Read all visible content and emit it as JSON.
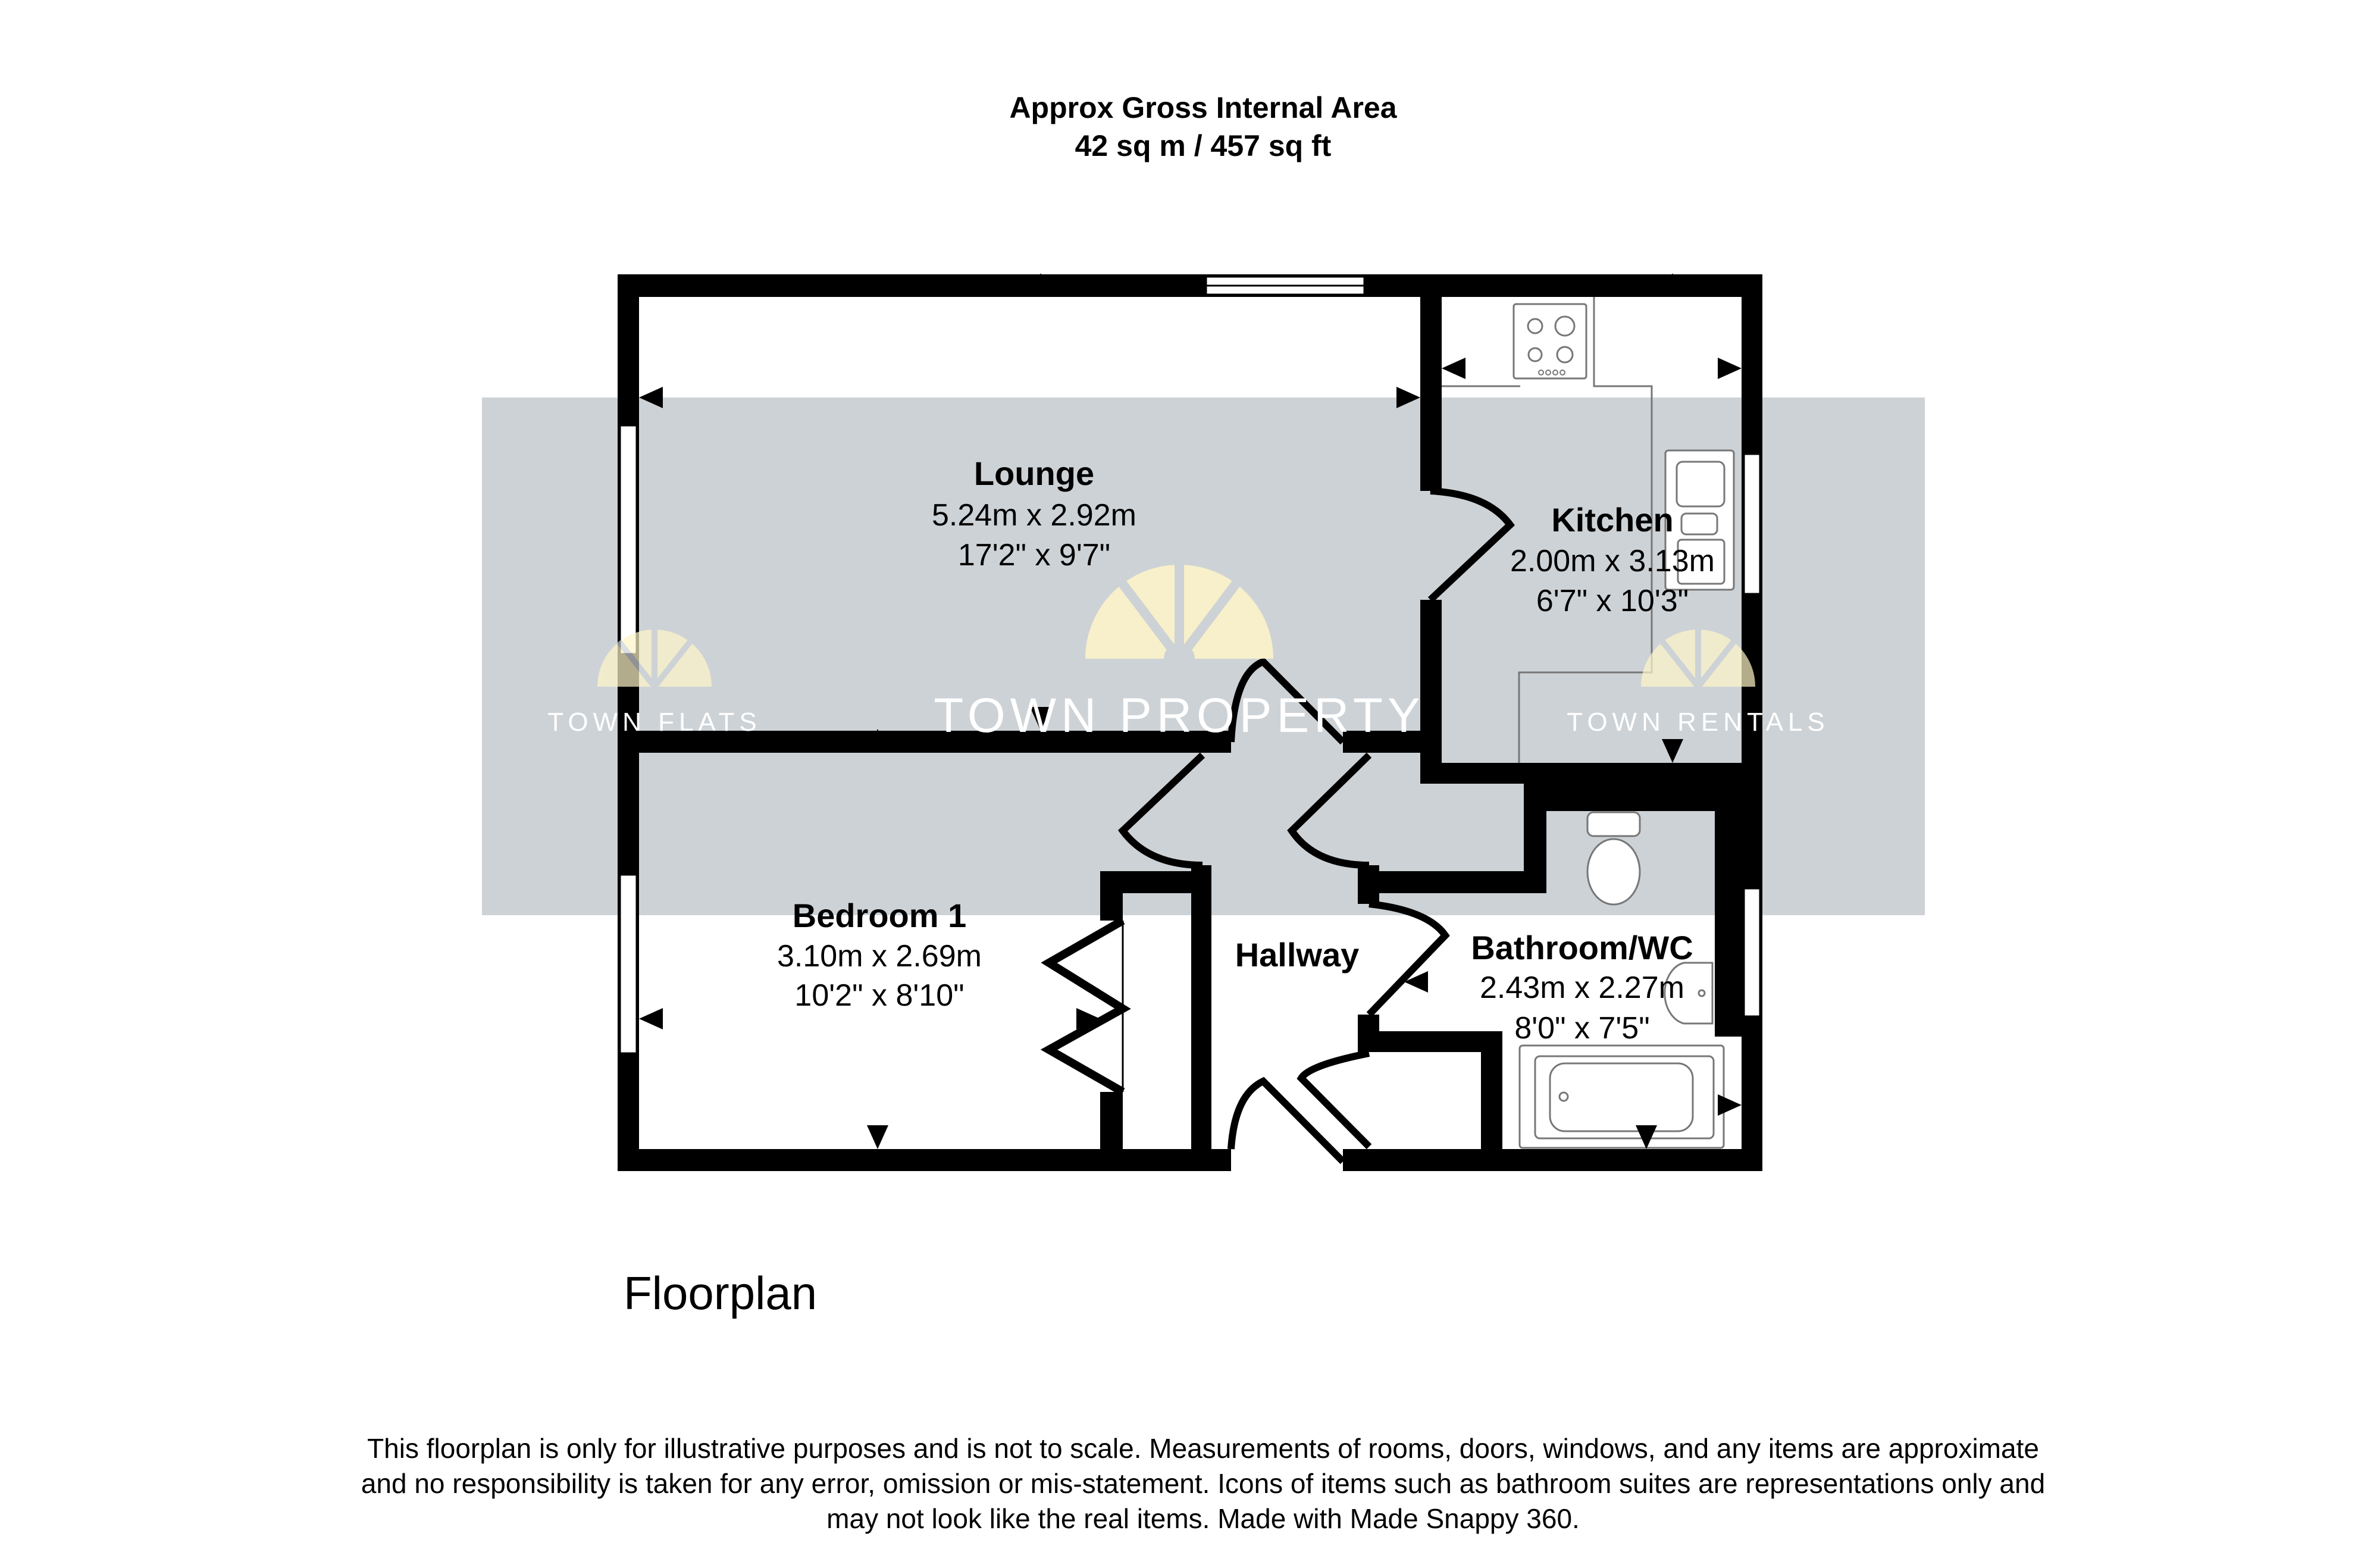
{
  "header": {
    "title": "Approx Gross Internal Area",
    "area": "42 sq m / 457 sq ft"
  },
  "rooms": {
    "lounge": {
      "name": "Lounge",
      "metric": "5.24m x 2.92m",
      "imperial": "17'2\" x 9'7\""
    },
    "kitchen": {
      "name": "Kitchen",
      "metric": "2.00m x 3.13m",
      "imperial": "6'7\" x 10'3\""
    },
    "bedroom": {
      "name": "Bedroom 1",
      "metric": "3.10m x 2.69m",
      "imperial": "10'2\" x 8'10\""
    },
    "hallway": {
      "name": "Hallway"
    },
    "bathroom": {
      "name": "Bathroom/WC",
      "metric": "2.43m x 2.27m",
      "imperial": "8'0\" x 7'5\""
    }
  },
  "watermarks": {
    "left": "TOWN FLATS",
    "center": "TOWN PROPERTY",
    "right": "TOWN RENTALS"
  },
  "floor_label": "Floorplan",
  "disclaimer": [
    "This floorplan is only for illustrative purposes and is not to scale. Measurements of rooms, doors, windows, and any items are approximate",
    "and no responsibility is taken for any error, omission or mis-statement. Icons of items such as bathroom suites are representations only and",
    "may not look like the real items. Made with Made Snappy 360."
  ],
  "colors": {
    "wall": "#000000",
    "band": "#cdd2d6",
    "logo": "#fff6c8"
  }
}
